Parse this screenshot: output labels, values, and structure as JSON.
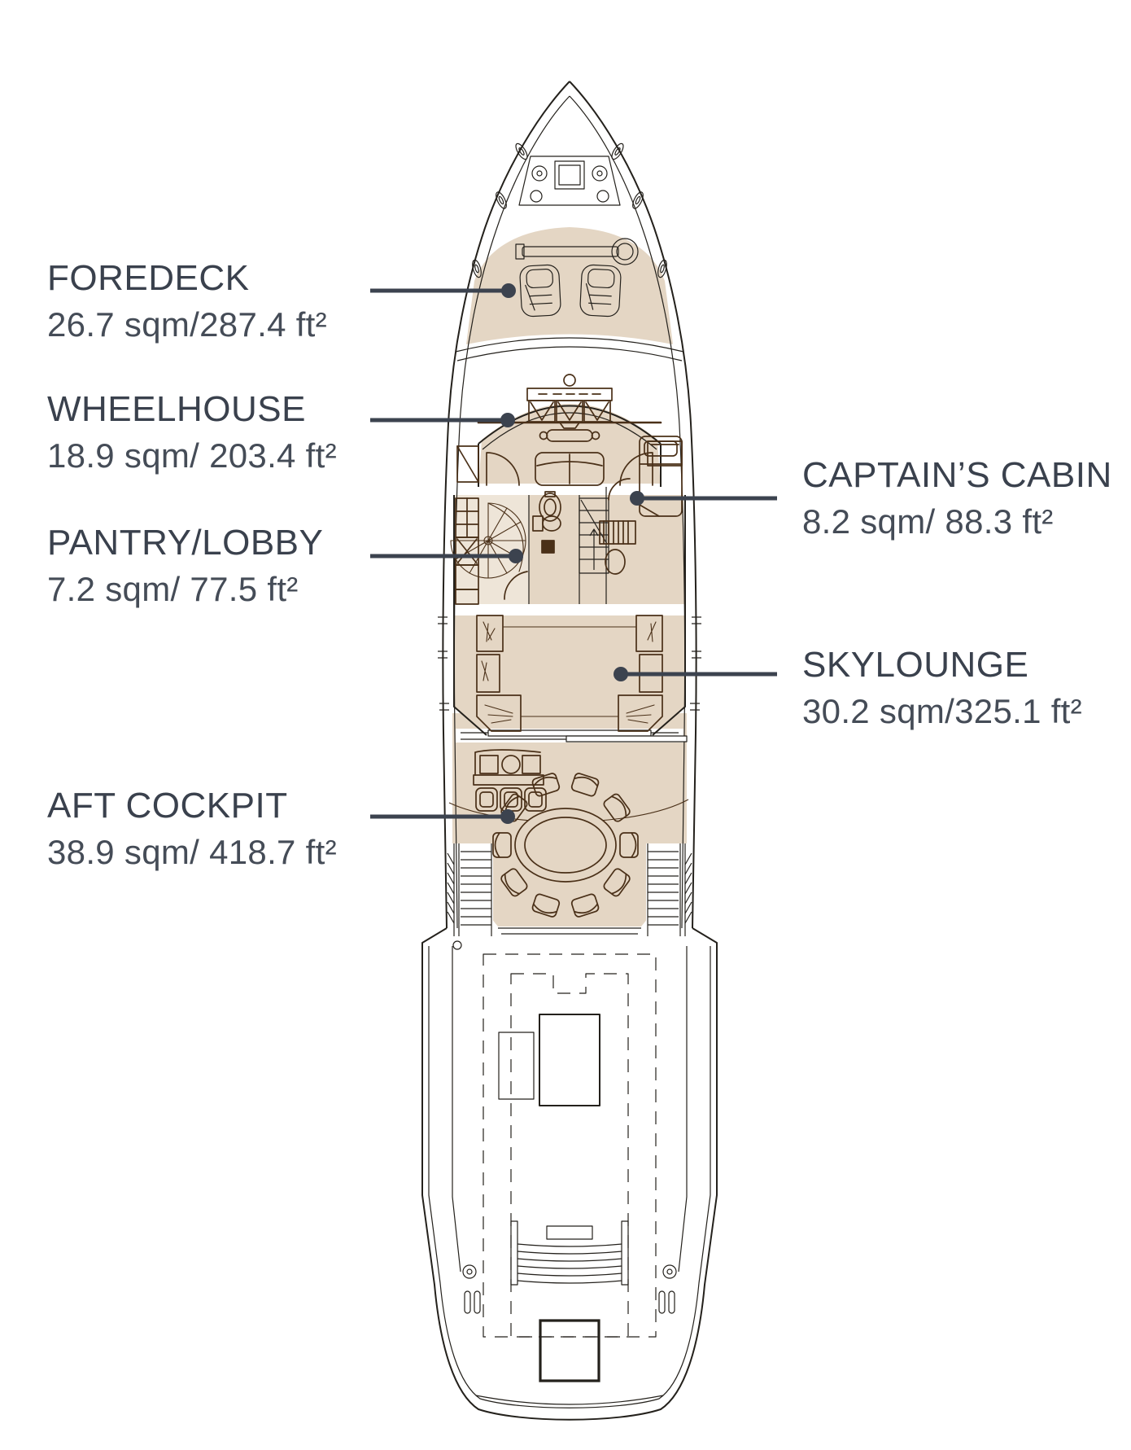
{
  "diagram": {
    "type": "yacht-deck-floor-plan",
    "colors": {
      "deck_fill": "#e4d6c4",
      "lobby_fill": "#eee5d8",
      "hull_line": "#24211c",
      "furniture_line": "#4a3018",
      "label_text": "#3a414d",
      "leader_line": "#3c434f"
    },
    "rooms": [
      {
        "id": "foredeck",
        "label": "FOREDECK",
        "area": "26.7 sqm/287.4 ft²",
        "side": "left"
      },
      {
        "id": "wheelhouse",
        "label": "WHEELHOUSE",
        "area": "18.9 sqm/ 203.4 ft²",
        "side": "left"
      },
      {
        "id": "pantry-lobby",
        "label": "PANTRY/LOBBY",
        "area": "7.2 sqm/ 77.5 ft²",
        "side": "left"
      },
      {
        "id": "captains-cabin",
        "label": "CAPTAIN’S CABIN",
        "area": "8.2 sqm/ 88.3 ft²",
        "side": "right"
      },
      {
        "id": "skylounge",
        "label": "SKYLOUNGE",
        "area": "30.2 sqm/325.1 ft²",
        "side": "right"
      },
      {
        "id": "aft-cockpit",
        "label": "AFT COCKPIT",
        "area": "38.9 sqm/ 418.7 ft²",
        "side": "left"
      }
    ]
  }
}
